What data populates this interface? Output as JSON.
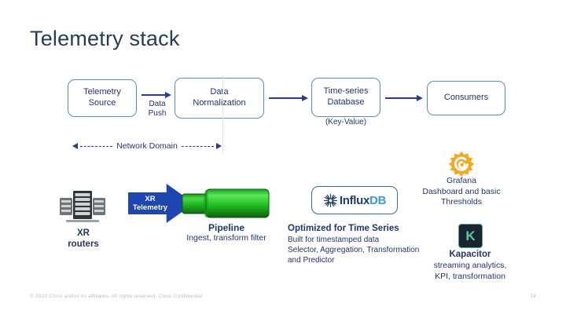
{
  "slide": {
    "title": "Telemetry stack"
  },
  "flow": {
    "boxes": [
      {
        "name": "telemetry-source",
        "lines": [
          "Telemetry",
          "Source"
        ]
      },
      {
        "name": "data-normalization",
        "lines": [
          "Data",
          "Normalization"
        ]
      },
      {
        "name": "time-series-database",
        "lines": [
          "Time-series",
          "Database"
        ],
        "sublabel": "(Key-Value)"
      },
      {
        "name": "consumers",
        "lines": [
          "Consumers"
        ]
      }
    ],
    "arrow_labels": {
      "data_push": "Data\nPush"
    },
    "data_push_line1": "Data",
    "data_push_line2": "Push",
    "key_value": "(Key-Value)",
    "network_domain": "Network Domain"
  },
  "stack": {
    "xr_routers": {
      "icon": "server-rack-icon",
      "line1": "XR",
      "line2": "routers"
    },
    "xr_telemetry_arrow": {
      "line1": "XR",
      "line2": "Telemetry",
      "color": "#1f45b0"
    },
    "pipeline": {
      "title": "Pipeline",
      "subtitle": "Ingest, transform filter",
      "color": "#22b322"
    },
    "influxdb": {
      "wordmark_part1": "Influx",
      "wordmark_part2": "DB",
      "icon": "influxdb-starburst-icon",
      "desc_title": "Optimized for Time Series",
      "desc_lines": [
        "Built for timestamped data",
        "Selector, Aggregation, Transformation",
        "and Predictor"
      ]
    },
    "grafana": {
      "icon": "grafana-spiral-icon",
      "color": "#f5a623",
      "lines": [
        "Grafana",
        "Dashboard and basic",
        "Thresholds"
      ]
    },
    "kapacitor": {
      "icon": "kapacitor-k-icon",
      "glyph": "K",
      "color": "#4fd39b",
      "title": "Kapacitor",
      "lines": [
        "streaming analytics,",
        "KPI, transformation"
      ]
    }
  },
  "footer": {
    "copyright": "© 2020  Cisco and/or its affiliates. All rights reserved.   Cisco Confidential",
    "page_number": "18"
  }
}
